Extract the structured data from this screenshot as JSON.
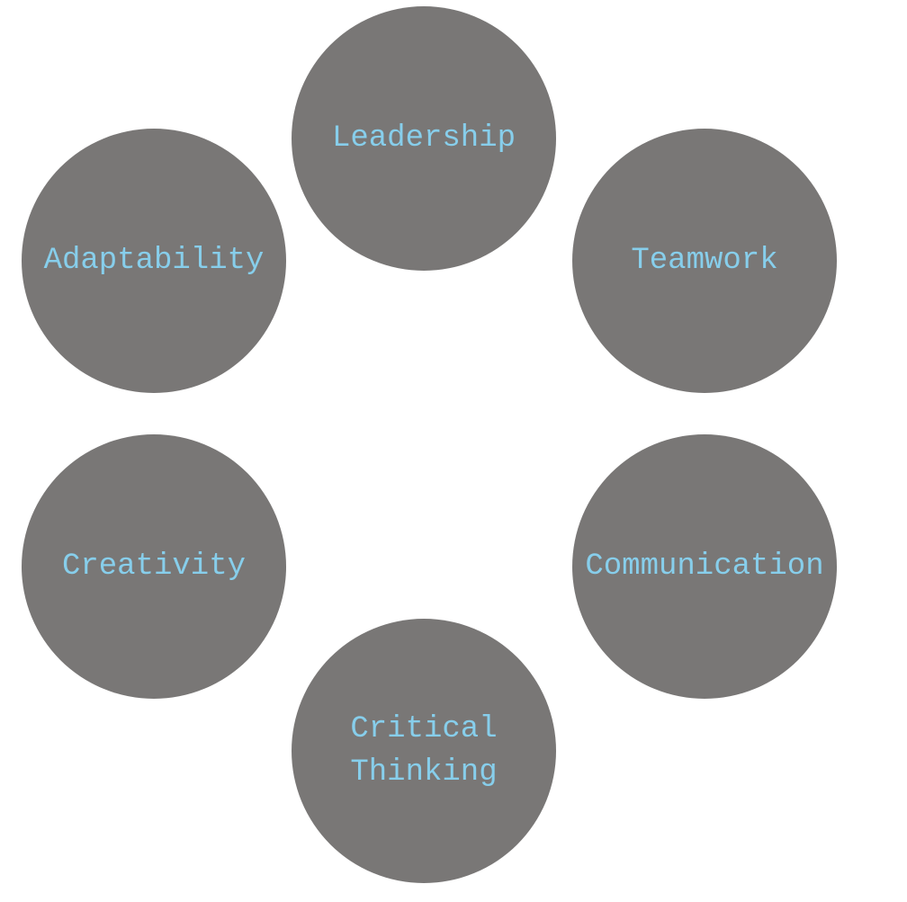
{
  "colors": {
    "background": "#ffffff",
    "circle_fill": "#797776",
    "label_text": "#87ceeb"
  },
  "skills": [
    {
      "label": "Leadership"
    },
    {
      "label": "Teamwork"
    },
    {
      "label": "Communication"
    },
    {
      "label": "Critical\nThinking"
    },
    {
      "label": "Creativity"
    },
    {
      "label": "Adaptability"
    }
  ]
}
